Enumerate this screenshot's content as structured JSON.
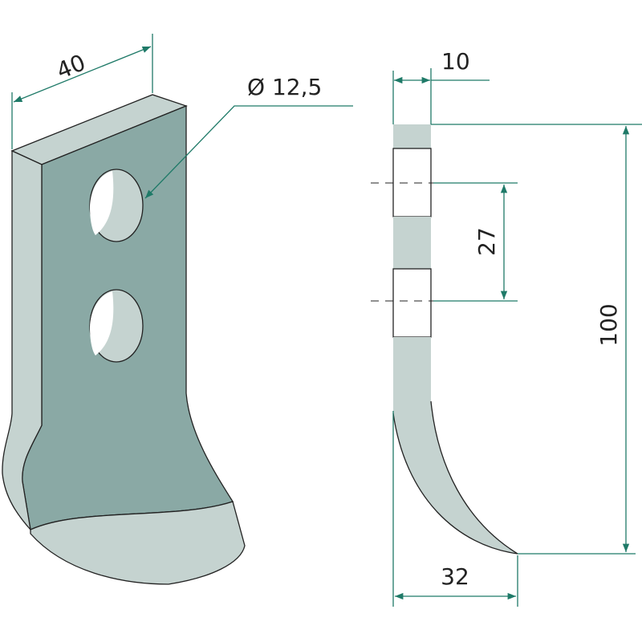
{
  "dimensions": {
    "width": "40",
    "hole_diameter": "Ø 12,5",
    "thickness": "10",
    "hole_spacing": "27",
    "height": "100",
    "depth": "32"
  },
  "colors": {
    "face": "#8aa9a5",
    "side": "#c5d3d0",
    "dimension_line": "#1f7a68"
  }
}
